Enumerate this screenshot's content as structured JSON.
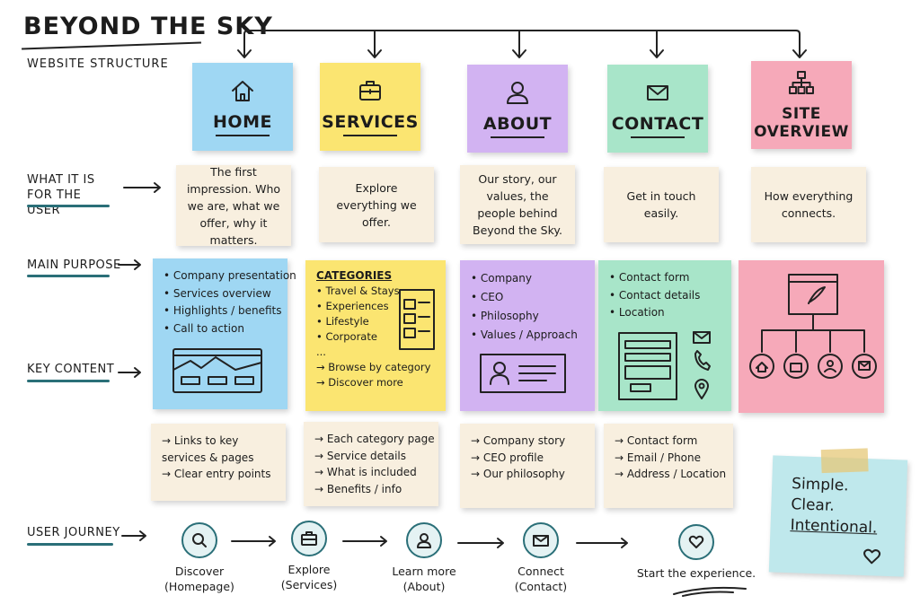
{
  "header": {
    "title": "BEYOND THE SKY",
    "subtitle": "WEBSITE STRUCTURE"
  },
  "row_labels": {
    "for_user": "WHAT IT IS FOR THE USER",
    "main_purpose": "MAIN PURPOSE",
    "key_content": "KEY CONTENT",
    "user_journey": "USER JOURNEY"
  },
  "sections": [
    {
      "label": "HOME",
      "icon": "home-icon",
      "color": "#9fd7f3",
      "for_user": "The first impression. Who we are, what we offer, why it matters."
    },
    {
      "label": "SERVICES",
      "icon": "briefcase-icon",
      "color": "#fbe571",
      "for_user": "Explore everything we offer."
    },
    {
      "label": "ABOUT",
      "icon": "person-icon",
      "color": "#d2b3f2",
      "for_user": "Our story, our values, the people behind Beyond the Sky."
    },
    {
      "label": "CONTACT",
      "icon": "mail-icon",
      "color": "#a8e5c9",
      "for_user": "Get in touch easily."
    },
    {
      "label": "SITE OVERVIEW",
      "icon": "sitemap-icon",
      "color": "#f6a9b9",
      "for_user": "How everything connects."
    }
  ],
  "content": {
    "home": [
      "Company presentation",
      "Services overview",
      "Highlights / benefits",
      "Call to action"
    ],
    "services_heading": "CATEGORIES",
    "services": [
      "Travel & Stays",
      "Experiences",
      "Lifestyle",
      "Corporate",
      "..."
    ],
    "services_extra": [
      "Browse by category",
      "Discover more"
    ],
    "about": [
      "Company",
      "CEO",
      "Philosophy",
      "Values / Approach"
    ],
    "contact": [
      "Contact form",
      "Contact details",
      "Location"
    ]
  },
  "links": {
    "home": [
      "Links to key services & pages",
      "Clear entry points"
    ],
    "services": [
      "Each category page",
      "Service details",
      "What is included",
      "Benefits / info"
    ],
    "about": [
      "Company story",
      "CEO profile",
      "Our philosophy"
    ],
    "contact": [
      "Contact form",
      "Email / Phone",
      "Address / Location"
    ]
  },
  "journey": [
    {
      "label": "Discover",
      "sub": "(Homepage)",
      "icon": "search-icon"
    },
    {
      "label": "Explore",
      "sub": "(Services)",
      "icon": "briefcase-icon"
    },
    {
      "label": "Learn more",
      "sub": "(About)",
      "icon": "person-icon"
    },
    {
      "label": "Connect",
      "sub": "(Contact)",
      "icon": "mail-icon"
    },
    {
      "label": "Start the experience.",
      "sub": "",
      "icon": "heart-icon"
    }
  ],
  "motto": {
    "line1": "Simple.",
    "line2": "Clear.",
    "line3": "Intentional."
  },
  "colors": {
    "accent": "#2a6f78",
    "note_beige": "#f8efdf",
    "note_mint": "#bfe8ec"
  }
}
